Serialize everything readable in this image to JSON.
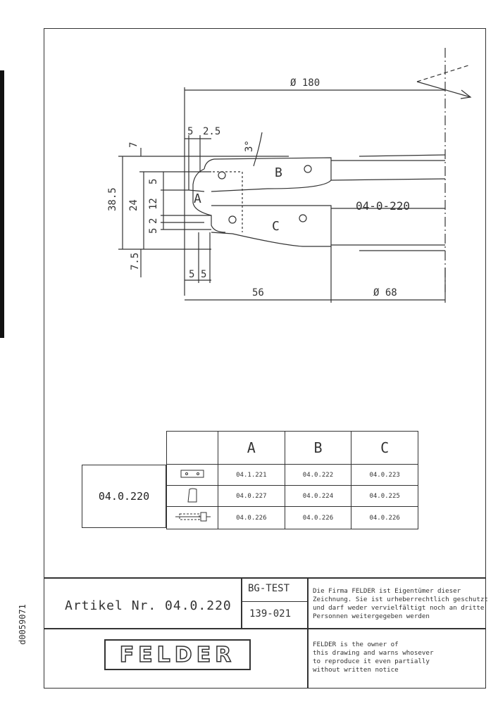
{
  "drawing": {
    "dim_diameter_outer": "Ø 180",
    "dim_top_5": "5",
    "dim_top_2_5": "2.5",
    "dim_angle": "3°",
    "dim_7": "7",
    "dim_38_5": "38.5",
    "dim_24": "24",
    "dim_5a": "5",
    "dim_12": "12",
    "dim_5b": "5",
    "dim_2": "2",
    "dim_7_5": "7.5",
    "dim_bottom_5a": "5",
    "dim_bottom_5b": "5",
    "dim_56": "56",
    "dim_diameter_inner": "Ø 68",
    "label_a": "A",
    "label_b": "B",
    "label_c": "C",
    "part_code": "04-0-220"
  },
  "table": {
    "article": "04.0.220",
    "headers": [
      "A",
      "B",
      "C"
    ],
    "rows": [
      {
        "icon": "knife-plate-icon",
        "cells": [
          "04.1.221",
          "04.0.222",
          "04.0.223"
        ]
      },
      {
        "icon": "cutter-profile-icon",
        "cells": [
          "04.0.227",
          "04.0.224",
          "04.0.225"
        ]
      },
      {
        "icon": "screw-icon",
        "cells": [
          "04.0.226",
          "04.0.226",
          "04.0.226"
        ]
      }
    ]
  },
  "title_block": {
    "side_code": "d0059071",
    "article_label": "Artikel Nr. 04.0.220",
    "test_label": "BG-TEST",
    "test_number": "139-021",
    "notice_de": [
      "Die Firma FELDER ist Eigentümer dieser",
      "Zeichnung. Sie ist urheberrechtlich geschutzt",
      "und darf weder vervielfältigt noch an dritte",
      "Personnen weitergegeben werden"
    ],
    "logo": "FELDER",
    "notice_en": [
      "FELDER is the owner of",
      "this drawing and warns whosever",
      "to reproduce it even partially",
      "without written notice"
    ]
  }
}
